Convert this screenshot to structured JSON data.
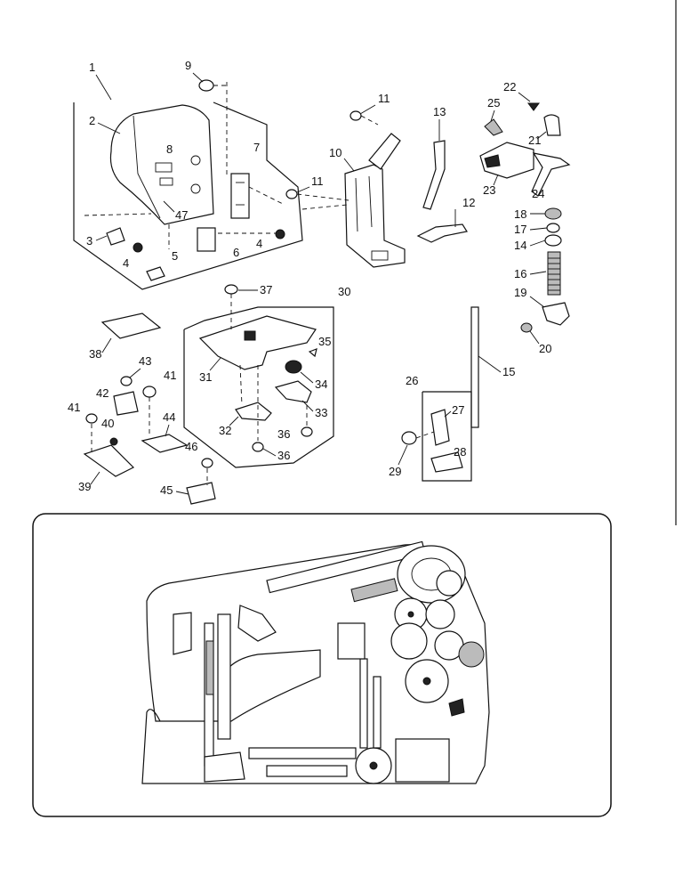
{
  "part_labels": {
    "p1": "1",
    "p2": "2",
    "p3": "3",
    "p4a": "4",
    "p4b": "4",
    "p5": "5",
    "p6": "6",
    "p7": "7",
    "p8": "8",
    "p9": "9",
    "p10": "10",
    "p11a": "11",
    "p11b": "11",
    "p12": "12",
    "p13": "13",
    "p14": "14",
    "p15": "15",
    "p16": "16",
    "p17": "17",
    "p18": "18",
    "p19": "19",
    "p20": "20",
    "p21": "21",
    "p22": "22",
    "p23": "23",
    "p24": "24",
    "p25": "25",
    "p26": "26",
    "p27": "27",
    "p28": "28",
    "p29": "29",
    "p30": "30",
    "p31": "31",
    "p32": "32",
    "p33": "33",
    "p34": "34",
    "p35": "35",
    "p36a": "36",
    "p36b": "36",
    "p37": "37",
    "p38": "38",
    "p39": "39",
    "p40": "40",
    "p41a": "41",
    "p41b": "41",
    "p42": "42",
    "p43": "43",
    "p44": "44",
    "p45": "45",
    "p46": "46",
    "p47": "47"
  }
}
